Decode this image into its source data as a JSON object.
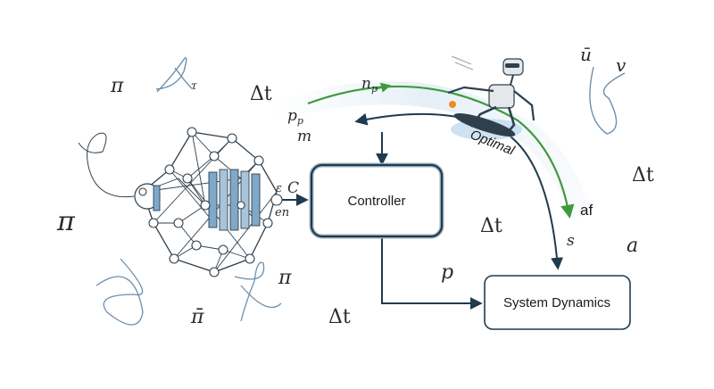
{
  "boxes": {
    "controller": "Controller",
    "system_dynamics": "System Dynamics"
  },
  "trajectory_label": "Optimal",
  "symbols": {
    "pi_top": "π",
    "pi_left": "π",
    "pi_mid": "π",
    "pi_bar": "π̄",
    "delta_t_top": "Δt",
    "delta_t_mid": "Δt",
    "delta_t_bottom": "Δt",
    "delta_t_right": "Δt",
    "n_p": "n",
    "n_p_sub": "p",
    "p_p": "p",
    "p_p_sub": "p",
    "m": "m",
    "epsilon": "ε",
    "C": "C",
    "en": "en",
    "p": "p",
    "s": "s",
    "a": "a",
    "af": "af",
    "u_bar": "ū",
    "v": "v",
    "tau": "τ"
  },
  "colors": {
    "box_border": "#1f3b4d",
    "arrow": "#1f3b4d",
    "trajectory_green": "#3e9a3e",
    "nn_blue": "#7fa8c9",
    "scribble": "#6d8fad",
    "robot_dot": "#f08a24"
  }
}
